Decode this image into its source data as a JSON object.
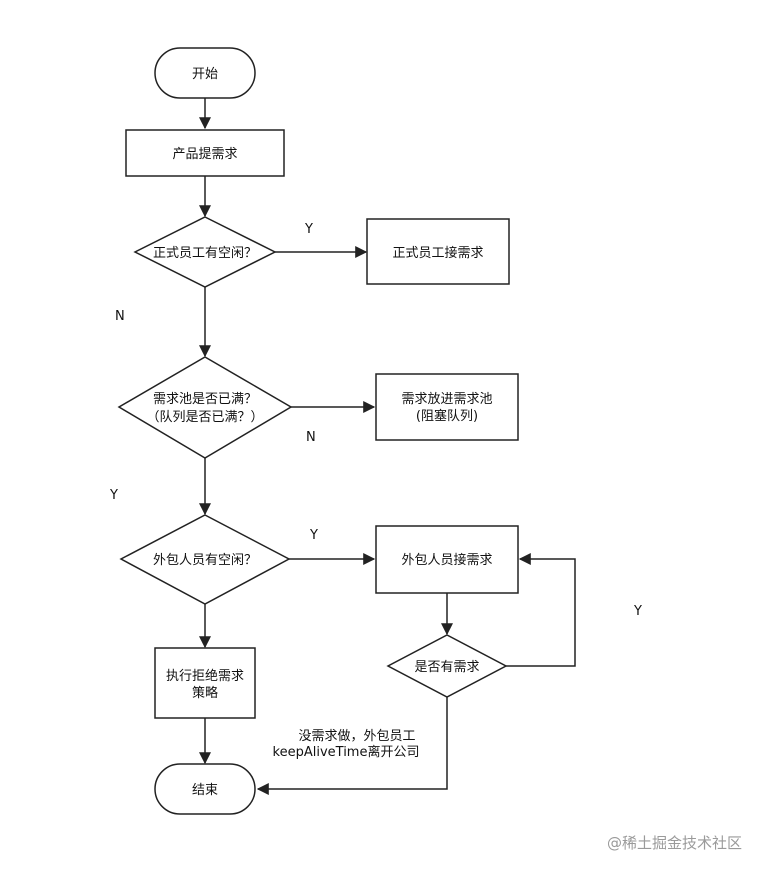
{
  "nodes": {
    "start": "开始",
    "product_request": "产品提需求",
    "staff_free": "正式员工有空闲？",
    "staff_accept": "正式员工接需求",
    "pool_full_line1": "需求池是否已满？",
    "pool_full_line2": "（队列是否已满？）",
    "put_pool_line1": "需求放进需求池",
    "put_pool_line2": "(阻塞队列)",
    "outsource_free": "外包人员有空闲？",
    "outsource_accept": "外包人员接需求",
    "reject_line1": "执行拒绝需求",
    "reject_line2": "策略",
    "has_request": "是否有需求",
    "end": "结束"
  },
  "labels": {
    "y1": "Y",
    "n1": "N",
    "n2": "N",
    "y2": "Y",
    "y3": "Y",
    "y4": "Y",
    "timeout_line1": "没需求做，外包员工",
    "timeout_line2": "keepAliveTime离开公司"
  },
  "watermark": "@稀土掘金技术社区",
  "colors": {
    "stroke": "#222222",
    "background": "#ffffff",
    "watermark": "#9a9a9a"
  }
}
